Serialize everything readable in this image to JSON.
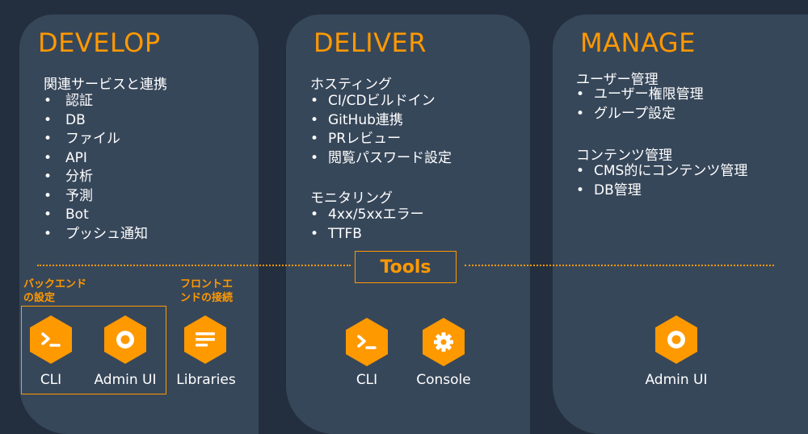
{
  "develop": {
    "title": "DEVELOP",
    "heading": "関連サービスと連携",
    "items": [
      "認証",
      "DB",
      "ファイル",
      "API",
      "分析",
      "予測",
      "Bot",
      "プッシュ通知"
    ]
  },
  "deliver": {
    "title": "DELIVER",
    "heading1": "ホスティング",
    "items1": [
      "CI/CDビルドイン",
      "GitHub連携",
      "PRレビュー",
      "閲覧パスワード設定"
    ],
    "heading2": "モニタリング",
    "items2": [
      "4xx/5xxエラー",
      "TTFB"
    ]
  },
  "manage": {
    "title": "MANAGE",
    "heading1": "ユーザー管理",
    "items1": [
      "ユーザー権限管理",
      "グループ設定"
    ],
    "heading2": "コンテンツ管理",
    "items2": [
      "CMS的にコンテンツ管理",
      "DB管理"
    ]
  },
  "tools": {
    "label": "Tools",
    "backend_label": [
      "バックエンド",
      "の設定"
    ],
    "frontend_label": [
      "フロントエ",
      "ンドの接続"
    ]
  },
  "icons": {
    "cli": "CLI",
    "admin_ui": "Admin UI",
    "libraries": "Libraries",
    "cli2": "CLI",
    "console": "Console",
    "admin_ui2": "Admin UI"
  },
  "bullet": "•",
  "colors": {
    "background": "#232f3e",
    "panel": "#37475a",
    "accent": "#ff9900",
    "text": "#ffffff"
  }
}
